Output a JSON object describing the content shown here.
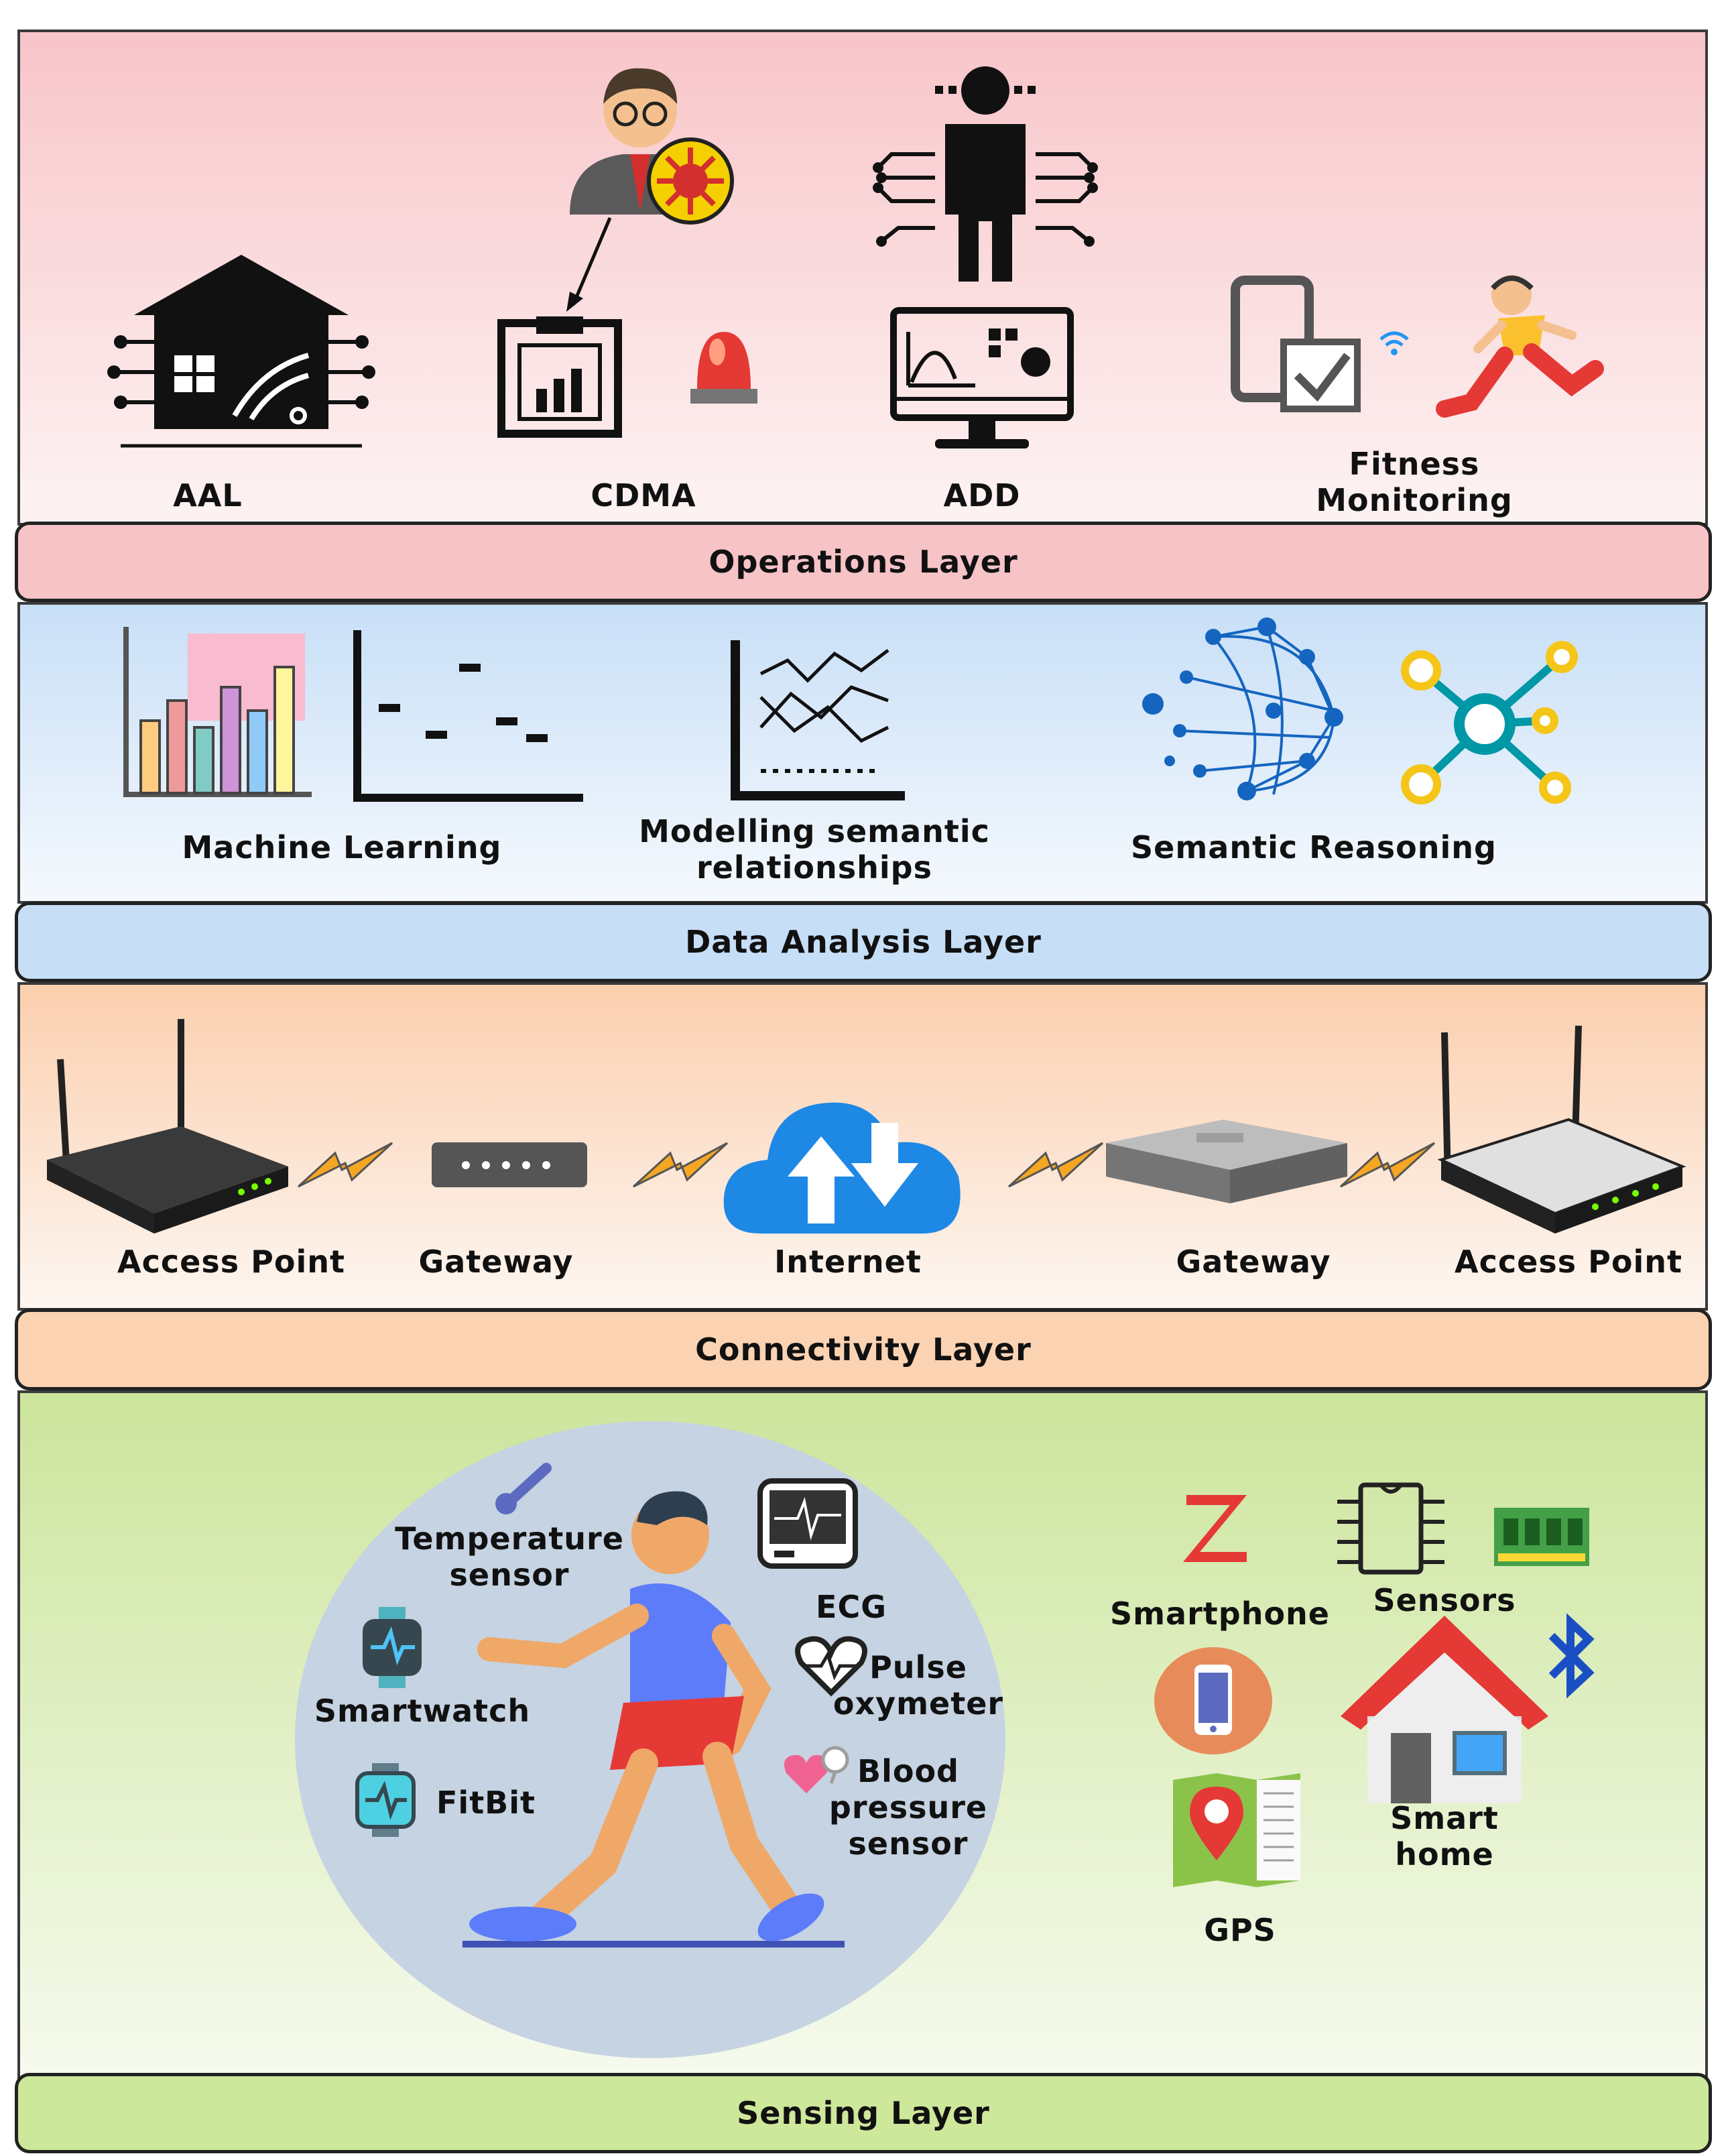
{
  "layers": {
    "operations": {
      "title": "Operations Layer",
      "items": [
        "AAL",
        "CDMA",
        "ADD",
        "Fitness Monitoring"
      ]
    },
    "data_analysis": {
      "title": "Data Analysis Layer",
      "items": [
        "Machine Learning",
        "Modelling semantic relationships",
        "Semantic Reasoning"
      ]
    },
    "connectivity": {
      "title": "Connectivity Layer",
      "items": [
        "Access Point",
        "Gateway",
        "Internet",
        "Gateway",
        "Access Point"
      ]
    },
    "sensing": {
      "title": "Sensing Layer",
      "items": [
        "Temperature sensor",
        "ECG",
        "Smartwatch",
        "Pulse oxymeter",
        "FitBit",
        "Blood pressure sensor",
        "Smartphone",
        "Sensors",
        "Smart home",
        "GPS"
      ]
    }
  },
  "colors": {
    "operations": "#f9c9cc",
    "data_analysis": "#c9e0f7",
    "connectivity": "#fbd3b3",
    "sensing": "#cfe89a"
  },
  "icons": [
    "smart-house-icon",
    "doctor-icon",
    "virus-icon",
    "clipboard-chart-icon",
    "alarm-light-icon",
    "humanoid-icon",
    "monitor-chart-icon",
    "phone-check-icon",
    "wifi-icon",
    "runner-icon",
    "bar-chart-icon",
    "scatter-plot-icon",
    "trend-chart-icon",
    "network-globe-icon",
    "hub-icon",
    "router-icon",
    "gateway-icon",
    "cloud-icon",
    "lightning-icon",
    "thermometer-icon",
    "ecg-monitor-icon",
    "heart-icon",
    "smartwatch-icon",
    "fitbit-icon",
    "running-man-icon",
    "z-logo-icon",
    "chip-icon",
    "memory-icon",
    "bluetooth-icon",
    "house-icon",
    "smartphone-icon",
    "gps-map-icon"
  ]
}
